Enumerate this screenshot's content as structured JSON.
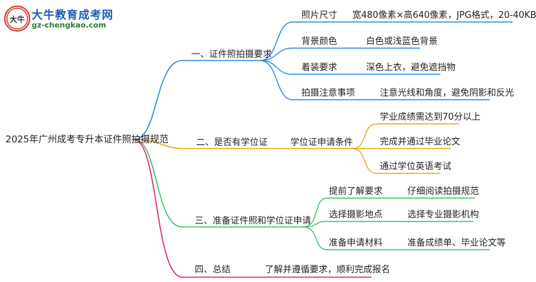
{
  "logo": {
    "title": "大牛教育成考网",
    "url": "gz-chengkao.com",
    "badge_text": "大牛"
  },
  "root": {
    "label": "2025年广州成考专升本证件照拍摄规范"
  },
  "branches": [
    {
      "label": "一、证件照拍摄要求",
      "color": "#2a8ae0",
      "children": [
        {
          "label": "照片尺寸",
          "detail": "宽480像素×高640像素，JPG格式，20-40KB"
        },
        {
          "label": "背景颜色",
          "detail": "白色或浅蓝色背景"
        },
        {
          "label": "着装要求",
          "detail": "深色上衣，避免遮挡物"
        },
        {
          "label": "拍摄注意事项",
          "detail": "注意光线和角度，避免阴影和反光"
        }
      ]
    },
    {
      "label": "二、是否有学位证",
      "color": "#e6a817",
      "children": [
        {
          "label": "学位证申请条件",
          "items": [
            "学业成绩需达到70分以上",
            "完成并通过毕业论文",
            "通过学位英语考试"
          ]
        }
      ]
    },
    {
      "label": "三、准备证件照和学位证申请",
      "color": "#3cc06a",
      "children": [
        {
          "label": "提前了解要求",
          "detail": "仔细阅读拍摄规范"
        },
        {
          "label": "选择摄影地点",
          "detail": "选择专业摄影机构"
        },
        {
          "label": "准备申请材料",
          "detail": "准备成绩单、毕业论文等"
        }
      ]
    },
    {
      "label": "四、总结",
      "color": "#e0246e",
      "children": [
        {
          "label": "了解并遵循要求，顺利完成报名"
        }
      ]
    }
  ]
}
